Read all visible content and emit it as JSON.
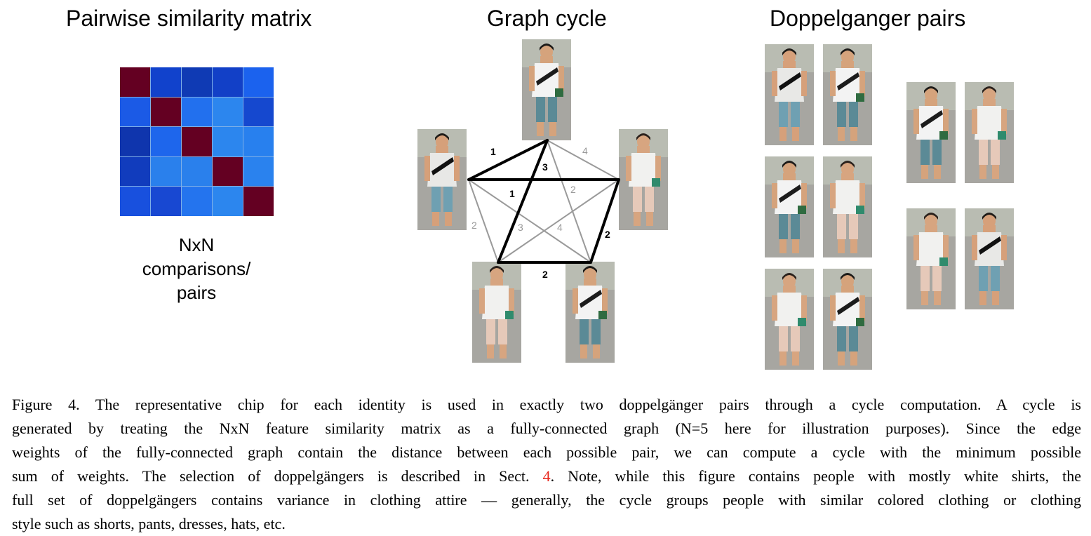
{
  "panels": {
    "matrix_title": "Pairwise similarity matrix",
    "cycle_title": "Graph cycle",
    "pairs_title": "Doppelganger pairs"
  },
  "matrix": {
    "caption_lines": [
      "NxN",
      "comparisons/",
      "pairs"
    ],
    "colors": [
      [
        "#640022",
        "#1142cc",
        "#0f3ab4",
        "#1240c7",
        "#1b62ee"
      ],
      [
        "#1b5ae6",
        "#640022",
        "#2270ee",
        "#2c86ee",
        "#1548cf"
      ],
      [
        "#0f35ad",
        "#1e66ec",
        "#640022",
        "#2c86ee",
        "#2880ee"
      ],
      [
        "#113cbd",
        "#2a80ec",
        "#2a80ec",
        "#640022",
        "#2a82ee"
      ],
      [
        "#1850de",
        "#1848d2",
        "#2474ee",
        "#2c86ee",
        "#640022"
      ]
    ]
  },
  "graph": {
    "bold_labels": [
      "1",
      "3",
      "1",
      "2",
      "2"
    ],
    "light_labels": [
      "4",
      "2",
      "2",
      "3",
      "4"
    ]
  },
  "chips": [
    {
      "shirt": "#f3f3f3",
      "legs": "#5b8a96",
      "skin": "#d5a37c",
      "hair": "#1c1a18",
      "bag": "#2f6b40",
      "stripe": "#1c1c1c"
    },
    {
      "shirt": "#e8e8e6",
      "legs": "#6fa0b2",
      "skin": "#d6a07a",
      "hair": "#1e1b18",
      "bag": "",
      "stripe": "#111111"
    },
    {
      "shirt": "#f1f1ef",
      "legs": "#e6c9b9",
      "skin": "#d7a580",
      "hair": "#2a211c",
      "bag": "#2f8b6d",
      "stripe": ""
    }
  ],
  "caption": {
    "lines": [
      "Figure 4.  The representative chip for each identity is used in exactly two doppelgänger pairs through a cycle computation.  A cycle is",
      "generated by treating the NxN feature similarity matrix as a fully-connected graph (N=5 here for illustration purposes).  Since the edge",
      "weights of the fully-connected graph contain the distance between each possible pair, we can compute a cycle with the minimum possible",
      "sum of weights. The selection of doppelgängers is described in Sect. ",
      "full set of doppelgängers contains variance in clothing attire — generally, the cycle groups people with similar colored clothing or clothing",
      "style such as shorts, pants, dresses, hats, etc."
    ],
    "sect_ref": "4",
    "line4_rest": ". Note, while this figure contains people with mostly white shirts, the"
  }
}
